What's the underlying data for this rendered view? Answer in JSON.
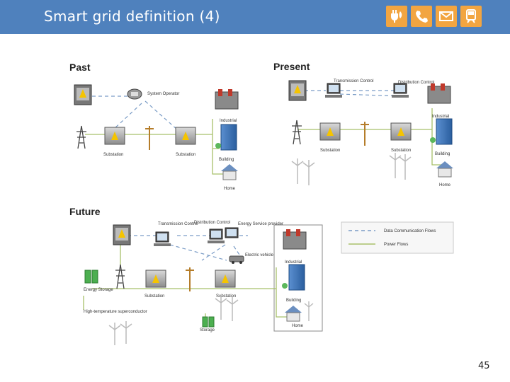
{
  "header": {
    "title": "Smart grid definition (4)",
    "bg_color": "#4f81bd",
    "icon_color": "#f2a541",
    "icons": [
      "power-plug-icon",
      "phone-icon",
      "mail-icon",
      "train-icon"
    ]
  },
  "diagram": {
    "past": {
      "heading": "Past",
      "system_operator": "System Operator",
      "industrial": "Industrial",
      "substation_1": "Substation",
      "substation_2": "Substation",
      "building": "Building",
      "home": "Home"
    },
    "present": {
      "heading": "Present",
      "transmission_control": "Transmission Control",
      "distribution_control": "Distribution Control",
      "industrial": "Industrial",
      "substation_1": "Substation",
      "substation_2": "Substation",
      "building": "Building",
      "home": "Home"
    },
    "future": {
      "heading": "Future",
      "transmission_control": "Transmission Control",
      "distribution_control": "Distribution Control",
      "energy_service_provider": "Energy Service provider",
      "electric_vehicle": "Electric vehicle",
      "industrial": "Industrial",
      "energy_storage": "Energy Storage",
      "substation_1": "Substation",
      "substation_2": "Substation",
      "building": "Building",
      "home": "Home",
      "ht_superconductor": "High-temperature superconductor",
      "storage": "Storage"
    },
    "legend": {
      "data_flows": "Data Communication Flows",
      "power_flows": "Power Flows",
      "data_color": "#7a9cc6",
      "power_color": "#a8c06a"
    }
  },
  "page_number": "45"
}
